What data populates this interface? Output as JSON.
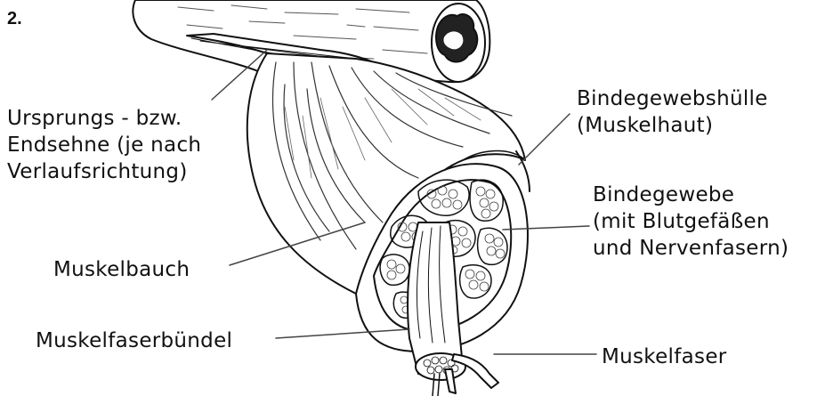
{
  "figure_number": "2.",
  "labels": {
    "ursprung": [
      "Ursprungs - bzw.",
      "Endsehne (je nach",
      "Verlaufsrichtung)"
    ],
    "muskelbauch": "Muskelbauch",
    "muskelfaserbuendel": "Muskelfaserbündel",
    "bindegewebshuelle": [
      "Bindegewebshülle",
      "(Muskelhaut)"
    ],
    "bindegewebe": [
      "Bindegewebe",
      "(mit Blutgefäßen",
      "und Nervenfasern)"
    ],
    "muskelfaser": "Muskelfaser"
  },
  "colors": {
    "ink": "#111111",
    "bone": "#ffffff"
  }
}
